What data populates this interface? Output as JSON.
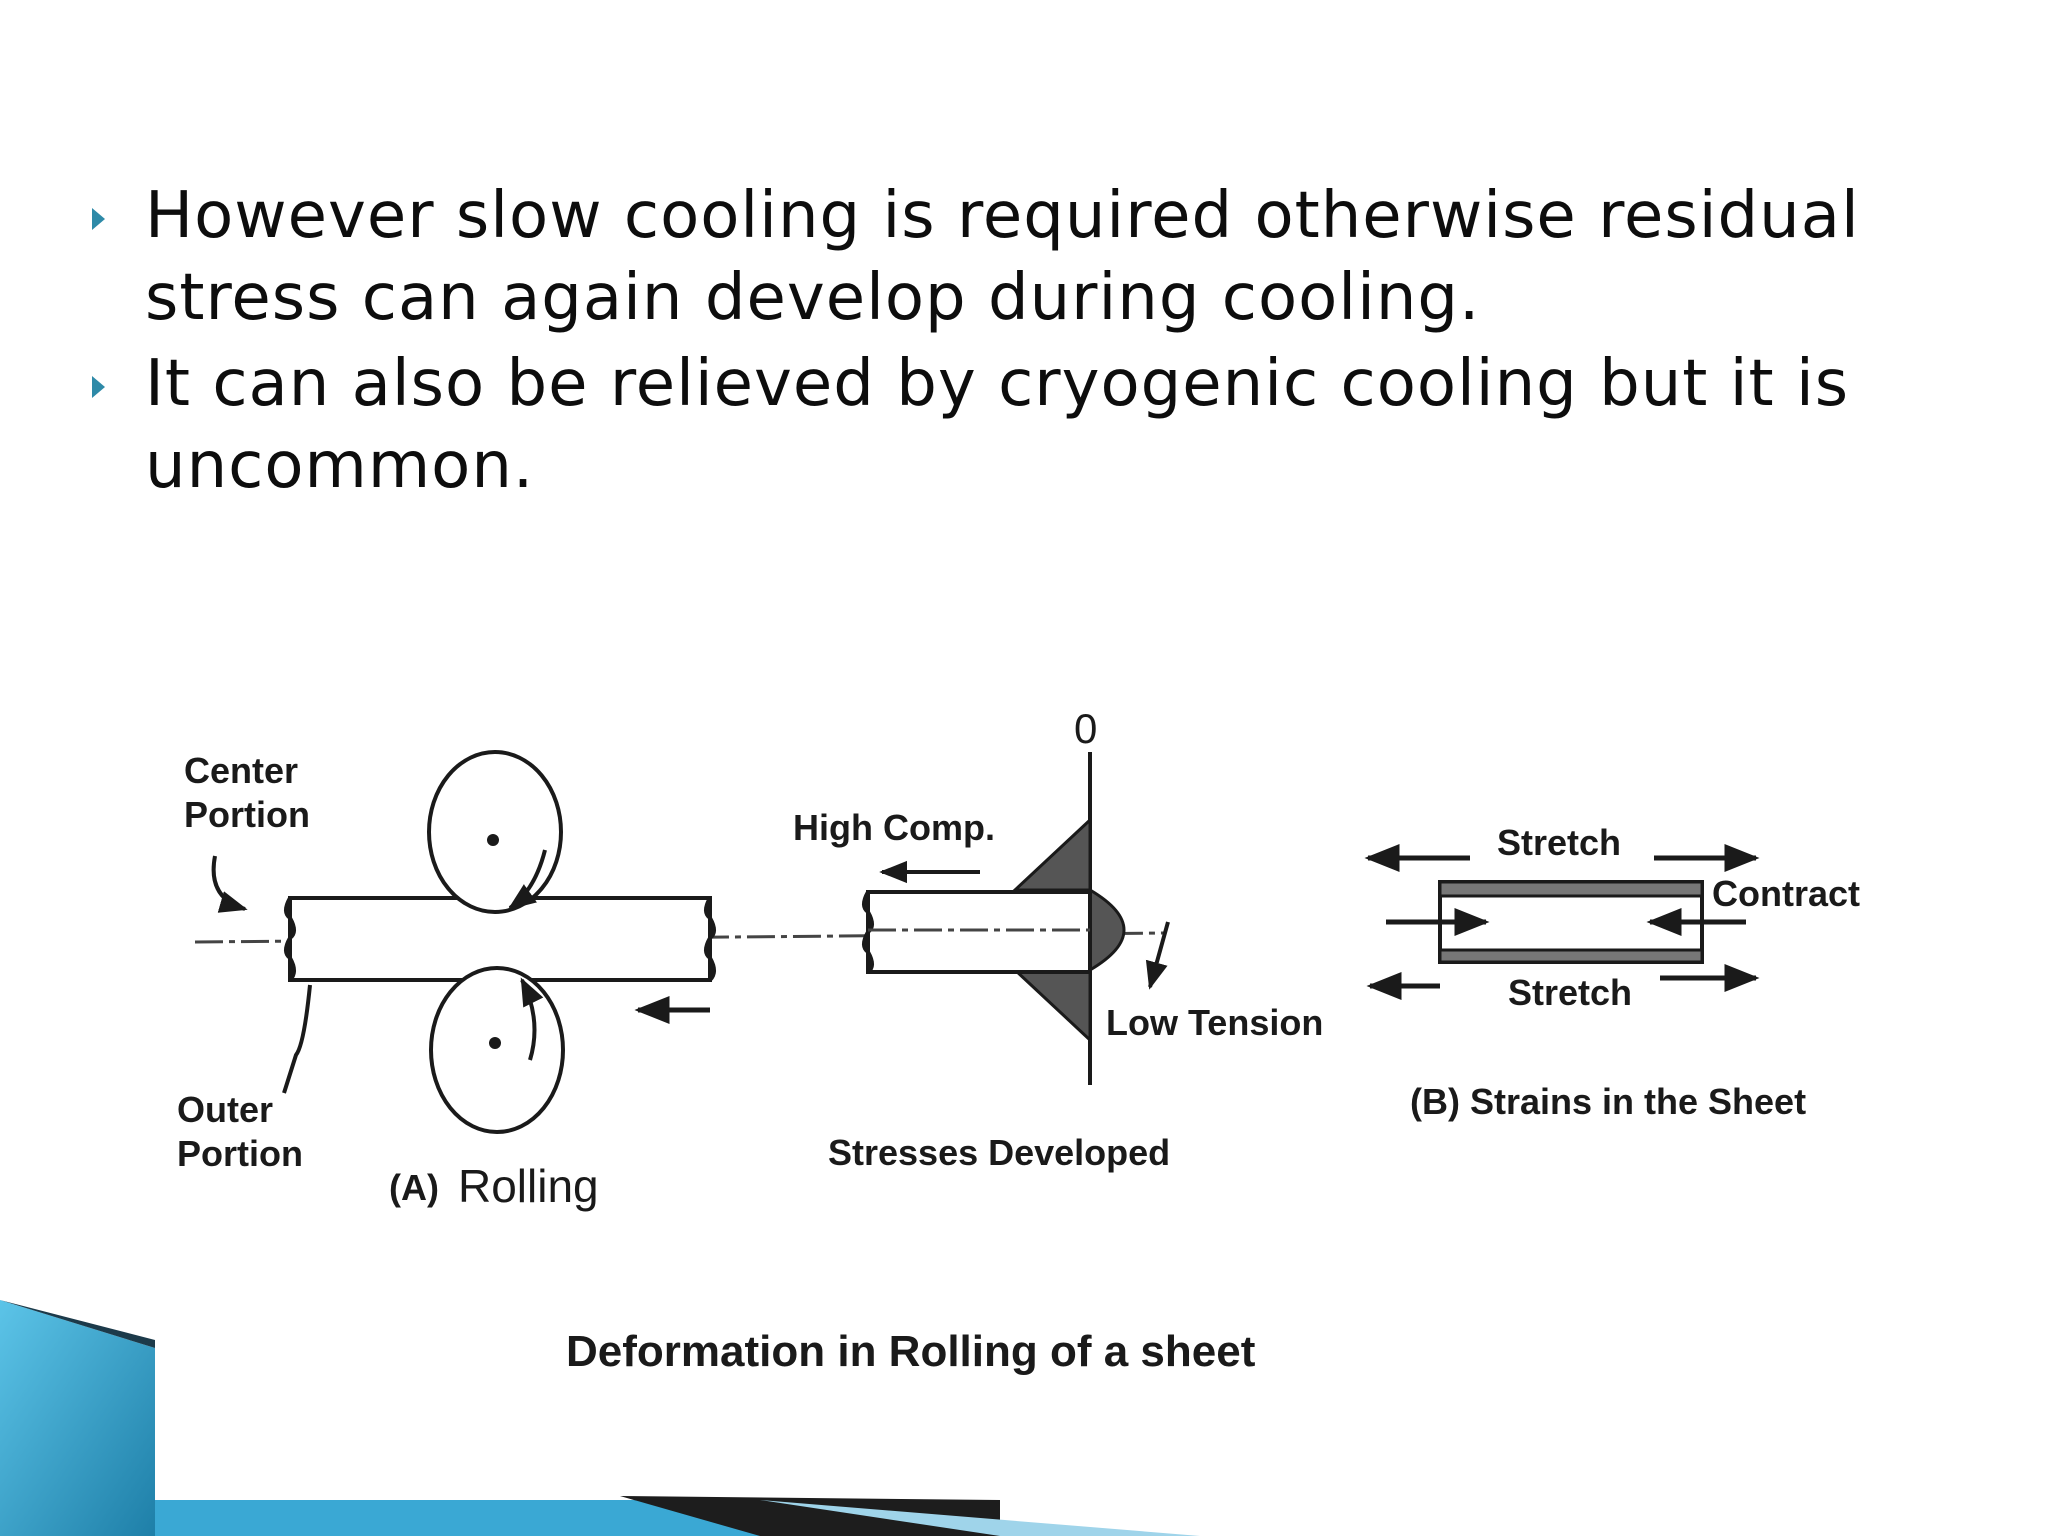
{
  "slide": {
    "bullets": [
      {
        "text": "However slow cooling is required otherwise residual stress can again develop during cooling."
      },
      {
        "text": "It can also be relieved by cryogenic cooling but it is uncommon."
      }
    ]
  },
  "figure": {
    "labels": {
      "center_portion_1": "Center",
      "center_portion_2": "Portion",
      "outer_portion_1": "Outer",
      "outer_portion_2": "Portion",
      "rolling_prefix": "(A)",
      "rolling": "Rolling",
      "zero": "0",
      "high_comp": "High Comp.",
      "low_tension": "Low Tension",
      "stresses_developed": "Stresses Developed",
      "stretch_top": "Stretch",
      "contract": "Contract",
      "stretch_bottom": "Stretch",
      "strains_in_sheet": "(B) Strains in the Sheet",
      "caption": "Deformation in Rolling of a sheet"
    }
  },
  "colors": {
    "bullet_marker": "#2e8aa8",
    "corner_decoration": "#2a8fb5"
  }
}
